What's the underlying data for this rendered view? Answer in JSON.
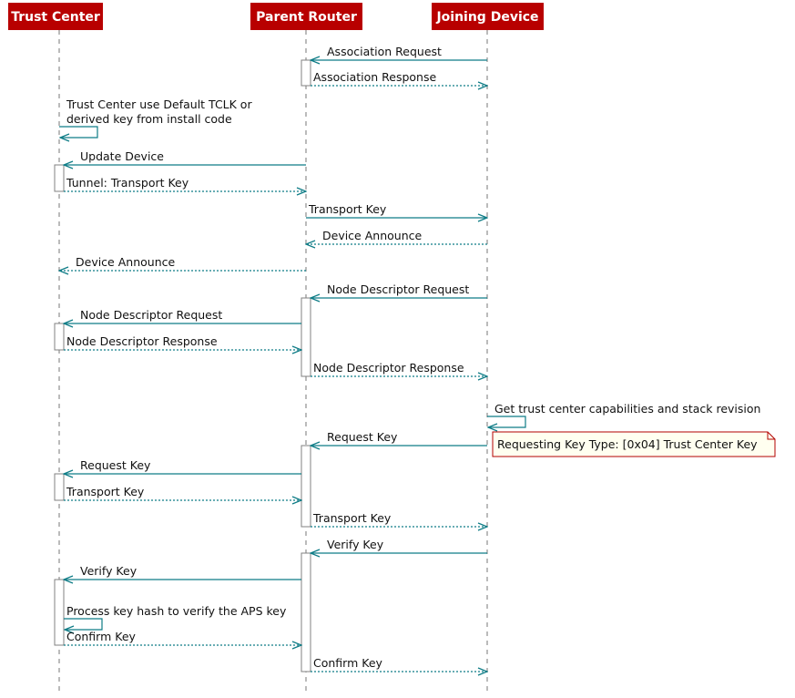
{
  "colors": {
    "participant_fill": "#b80000",
    "participant_text": "#ffffff",
    "arrow": "#0e7c86",
    "lifeline": "#777777",
    "activation_fill": "#ffffff",
    "activation_stroke": "#808080",
    "note_fill": "#fffff0",
    "note_stroke": "#b30000"
  },
  "participants": [
    {
      "id": "tc",
      "label": "Trust Center"
    },
    {
      "id": "pr",
      "label": "Parent Router"
    },
    {
      "id": "jd",
      "label": "Joining Device"
    }
  ],
  "messages": [
    {
      "from": "jd",
      "to": "pr",
      "style": "solid",
      "lines": [
        "Association Request"
      ]
    },
    {
      "from": "pr",
      "to": "jd",
      "style": "dashed",
      "lines": [
        "Association Response"
      ]
    },
    {
      "from": "tc",
      "to": "tc",
      "style": "solid",
      "lines": [
        "Trust Center use Default TCLK or",
        "derived key from install code"
      ]
    },
    {
      "from": "pr",
      "to": "tc",
      "style": "solid",
      "lines": [
        "Update Device"
      ]
    },
    {
      "from": "tc",
      "to": "pr",
      "style": "dashed",
      "lines": [
        "Tunnel: Transport Key"
      ]
    },
    {
      "from": "pr",
      "to": "jd",
      "style": "solid",
      "lines": [
        "Transport Key"
      ]
    },
    {
      "from": "jd",
      "to": "pr",
      "style": "dashed",
      "lines": [
        "Device Announce"
      ]
    },
    {
      "from": "pr",
      "to": "tc",
      "style": "dashed",
      "lines": [
        "Device Announce"
      ]
    },
    {
      "from": "jd",
      "to": "pr",
      "style": "solid",
      "lines": [
        "Node Descriptor Request"
      ]
    },
    {
      "from": "pr",
      "to": "tc",
      "style": "solid",
      "lines": [
        "Node Descriptor Request"
      ]
    },
    {
      "from": "tc",
      "to": "pr",
      "style": "dashed",
      "lines": [
        "Node Descriptor Response"
      ]
    },
    {
      "from": "pr",
      "to": "jd",
      "style": "dashed",
      "lines": [
        "Node Descriptor Response"
      ]
    },
    {
      "from": "jd",
      "to": "jd",
      "style": "solid",
      "lines": [
        "Get trust center capabilities and stack revision"
      ]
    },
    {
      "from": "jd",
      "to": "pr",
      "style": "solid",
      "lines": [
        "Request Key"
      ],
      "note": "Requesting Key Type: [0x04] Trust Center Key"
    },
    {
      "from": "pr",
      "to": "tc",
      "style": "solid",
      "lines": [
        "Request Key"
      ]
    },
    {
      "from": "tc",
      "to": "pr",
      "style": "dashed",
      "lines": [
        "Transport Key"
      ]
    },
    {
      "from": "pr",
      "to": "jd",
      "style": "dashed",
      "lines": [
        "Transport Key"
      ]
    },
    {
      "from": "jd",
      "to": "pr",
      "style": "solid",
      "lines": [
        "Verify Key"
      ]
    },
    {
      "from": "pr",
      "to": "tc",
      "style": "solid",
      "lines": [
        "Verify Key"
      ]
    },
    {
      "from": "tc",
      "to": "tc",
      "style": "solid",
      "lines": [
        "Process key hash to verify the APS key"
      ]
    },
    {
      "from": "tc",
      "to": "pr",
      "style": "dashed",
      "lines": [
        "Confirm Key"
      ]
    },
    {
      "from": "pr",
      "to": "jd",
      "style": "dashed",
      "lines": [
        "Confirm Key"
      ]
    }
  ]
}
